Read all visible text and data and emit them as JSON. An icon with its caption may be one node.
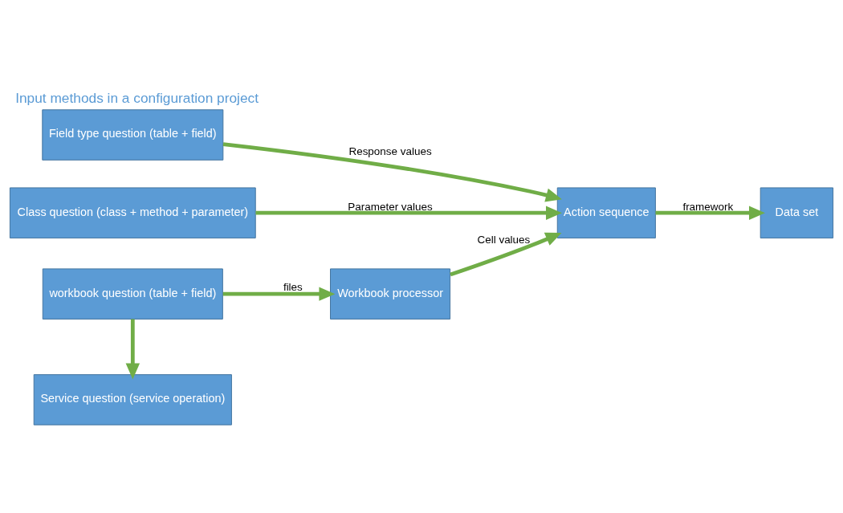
{
  "diagram": {
    "title": "Input methods in a configuration project",
    "nodes": [
      {
        "text": [
          "Field type question (table + field)"
        ]
      },
      {
        "text": [
          "workbook question (table + field)"
        ]
      },
      {
        "text": [
          "Service question (service operation)"
        ]
      },
      {
        "text": [
          "Class question (class + method + parameter)"
        ]
      },
      {
        "text": [
          "Workbook processor"
        ]
      },
      {
        "text": [
          "Action sequence"
        ]
      },
      {
        "text": [
          "Data set"
        ]
      }
    ],
    "edges": [
      {
        "from": 0,
        "to": 5,
        "arrow": "to",
        "label": "Response values"
      },
      {
        "from": 1,
        "to": 4,
        "arrow": "to",
        "label": "files"
      },
      {
        "from": 1,
        "to": 2,
        "arrow": "to"
      },
      {
        "from": 4,
        "to": 5,
        "arrow": "to",
        "label": "Cell values"
      },
      {
        "from": 3,
        "to": 5,
        "arrow": "to",
        "label": "Parameter values"
      },
      {
        "from": 5,
        "to": 6,
        "arrow": "to",
        "label": "framework"
      }
    ]
  }
}
